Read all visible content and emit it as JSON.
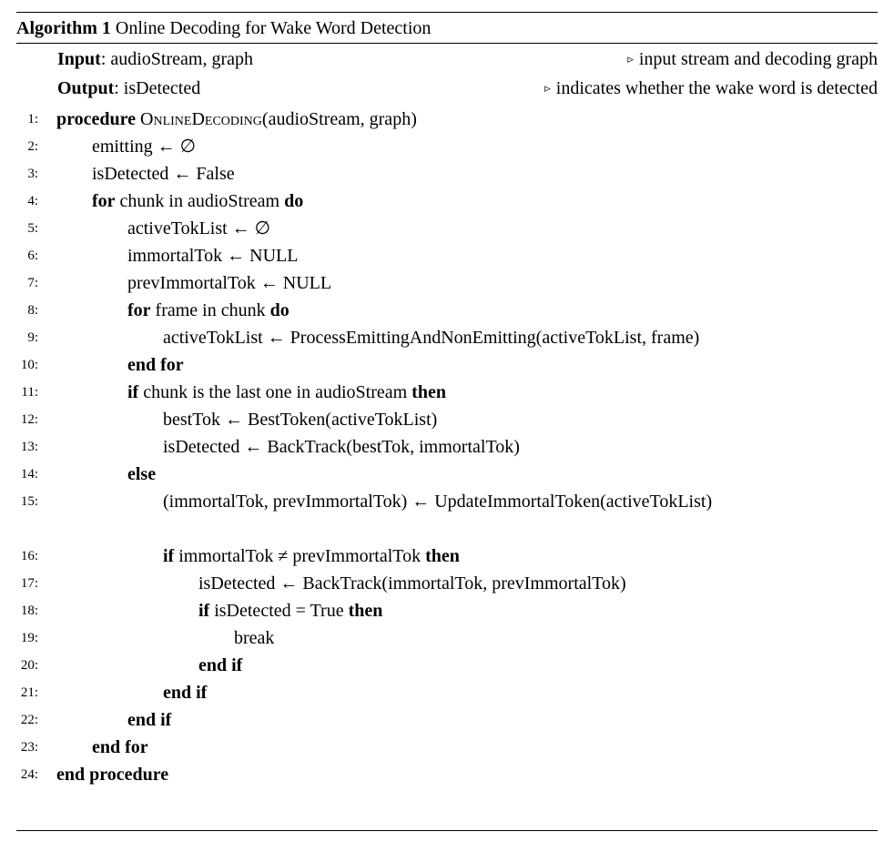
{
  "algorithm": {
    "caption_label": "Algorithm 1",
    "caption_title": "Online Decoding for Wake Word Detection",
    "input_label": "Input",
    "input_value": ": audioStream, graph",
    "input_comment": "input stream and decoding graph",
    "output_label": "Output",
    "output_value": ": isDetected",
    "output_comment": "indicates whether the wake word is detected",
    "comment_marker": "▹",
    "lines": [
      {
        "n": "1:",
        "segments": [
          {
            "t": "procedure",
            "b": true
          },
          {
            "t": " "
          },
          {
            "t": "OnlineDecoding",
            "sc": true
          },
          {
            "t": "(audioStream, graph)"
          }
        ]
      },
      {
        "n": "2:",
        "segments": [
          {
            "t": "emitting ← ∅"
          }
        ]
      },
      {
        "n": "3:",
        "segments": [
          {
            "t": "isDetected ← False"
          }
        ]
      },
      {
        "n": "4:",
        "segments": [
          {
            "t": "for",
            "b": true
          },
          {
            "t": " chunk in audioStream "
          },
          {
            "t": "do",
            "b": true
          }
        ]
      },
      {
        "n": "5:",
        "segments": [
          {
            "t": "activeTokList ← ∅"
          }
        ]
      },
      {
        "n": "6:",
        "segments": [
          {
            "t": "immortalTok ← NULL"
          }
        ]
      },
      {
        "n": "7:",
        "segments": [
          {
            "t": "prevImmortalTok ← NULL"
          }
        ]
      },
      {
        "n": "8:",
        "segments": [
          {
            "t": "for",
            "b": true
          },
          {
            "t": " frame in chunk "
          },
          {
            "t": "do",
            "b": true
          }
        ]
      },
      {
        "n": "9:",
        "segments": [
          {
            "t": "activeTokList ← ProcessEmittingAndNonEmitting(activeTokList, frame)"
          }
        ]
      },
      {
        "n": "10:",
        "segments": [
          {
            "t": "end for",
            "b": true
          }
        ]
      },
      {
        "n": "11:",
        "segments": [
          {
            "t": "if",
            "b": true
          },
          {
            "t": " chunk is the last one in audioStream "
          },
          {
            "t": "then",
            "b": true
          }
        ]
      },
      {
        "n": "12:",
        "segments": [
          {
            "t": "bestTok ← BestToken(activeTokList)"
          }
        ]
      },
      {
        "n": "13:",
        "segments": [
          {
            "t": "isDetected ← BackTrack(bestTok, immortalTok)"
          }
        ]
      },
      {
        "n": "14:",
        "segments": [
          {
            "t": "else",
            "b": true
          }
        ]
      },
      {
        "n": "15:",
        "segments": [
          {
            "t": "(immortalTok, prevImmortalTok) ← UpdateImmortalToken(activeTokList)"
          }
        ]
      },
      {
        "n": "16:",
        "segments": [
          {
            "t": "if",
            "b": true
          },
          {
            "t": " immortalTok ≠ prevImmortalTok "
          },
          {
            "t": "then",
            "b": true
          }
        ]
      },
      {
        "n": "17:",
        "segments": [
          {
            "t": "isDetected ← BackTrack(immortalTok, prevImmortalTok)"
          }
        ]
      },
      {
        "n": "18:",
        "segments": [
          {
            "t": "if",
            "b": true
          },
          {
            "t": " isDetected = True "
          },
          {
            "t": "then",
            "b": true
          }
        ]
      },
      {
        "n": "19:",
        "segments": [
          {
            "t": "break"
          }
        ]
      },
      {
        "n": "20:",
        "segments": [
          {
            "t": "end if",
            "b": true
          }
        ]
      },
      {
        "n": "21:",
        "segments": [
          {
            "t": "end if",
            "b": true
          }
        ]
      },
      {
        "n": "22:",
        "segments": [
          {
            "t": "end if",
            "b": true
          }
        ]
      },
      {
        "n": "23:",
        "segments": [
          {
            "t": "end for",
            "b": true
          }
        ]
      },
      {
        "n": "24:",
        "segments": [
          {
            "t": "end procedure",
            "b": true
          }
        ]
      }
    ]
  }
}
